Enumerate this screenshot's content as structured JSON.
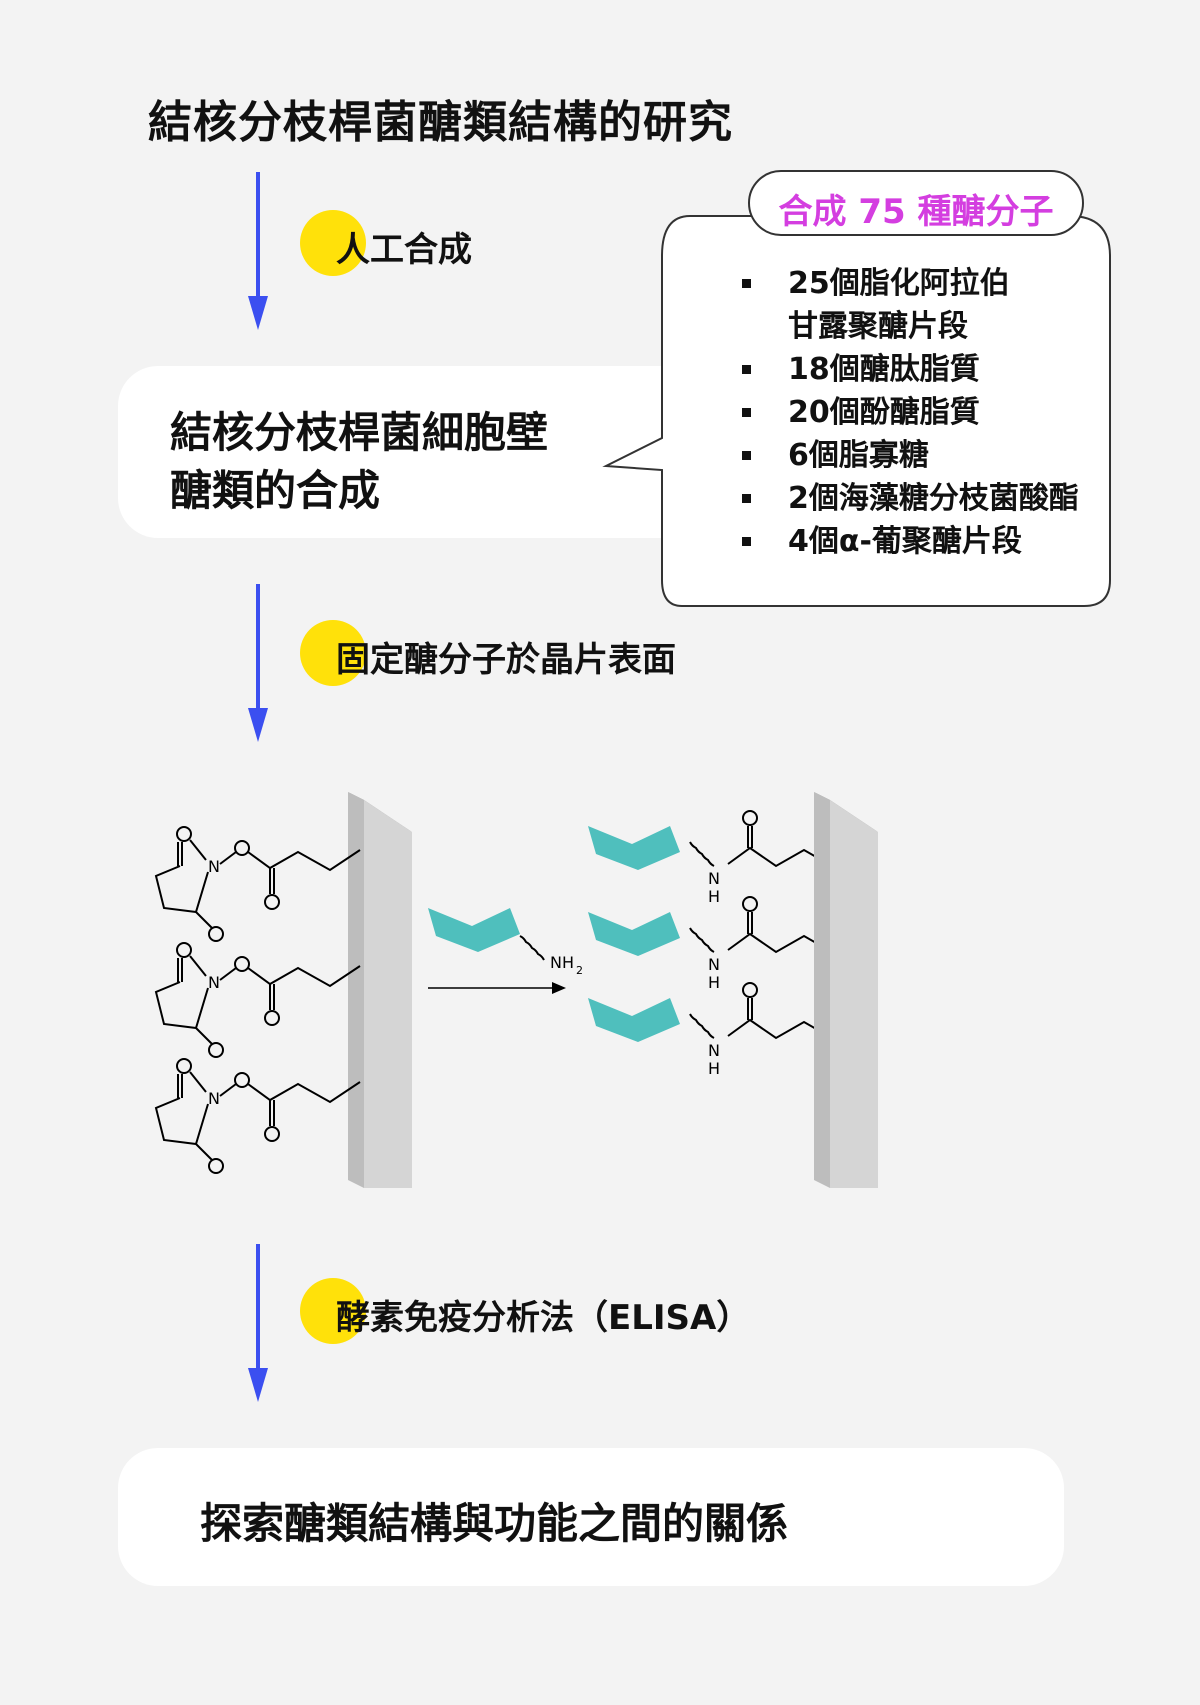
{
  "title": "結核分枝桿菌醣類結構的研究",
  "steps": [
    {
      "label": "人工合成"
    },
    {
      "label": "固定醣分子於晶片表面"
    },
    {
      "label": "酵素免疫分析法（ELISA）"
    }
  ],
  "synthesis_box": {
    "line1": "結核分枝桿菌細胞壁",
    "line2": "醣類的合成"
  },
  "callout": {
    "title": "合成 75 種醣分子",
    "items": [
      {
        "line1": "25個脂化阿拉伯",
        "line2": "甘露聚醣片段"
      },
      {
        "line1": "18個醣肽脂質"
      },
      {
        "line1": "20個酚醣脂質"
      },
      {
        "line1": "6個脂寡糖"
      },
      {
        "line1": "2個海藻糖分枝菌酸酯"
      },
      {
        "line1": "4個α-葡聚醣片段"
      }
    ]
  },
  "chemistry": {
    "atoms": {
      "nitrogen": "N",
      "hydrogen": "H",
      "amine": "NH",
      "amine_sub": "2"
    }
  },
  "conclusion": "探索醣類結構與功能之間的關係",
  "colors": {
    "arrow": "#3b4ff0",
    "dot": "#ffe10a",
    "callout_title": "#d43ee0",
    "sugar": "#4fbfbd",
    "chip": "#cfcfcf"
  }
}
